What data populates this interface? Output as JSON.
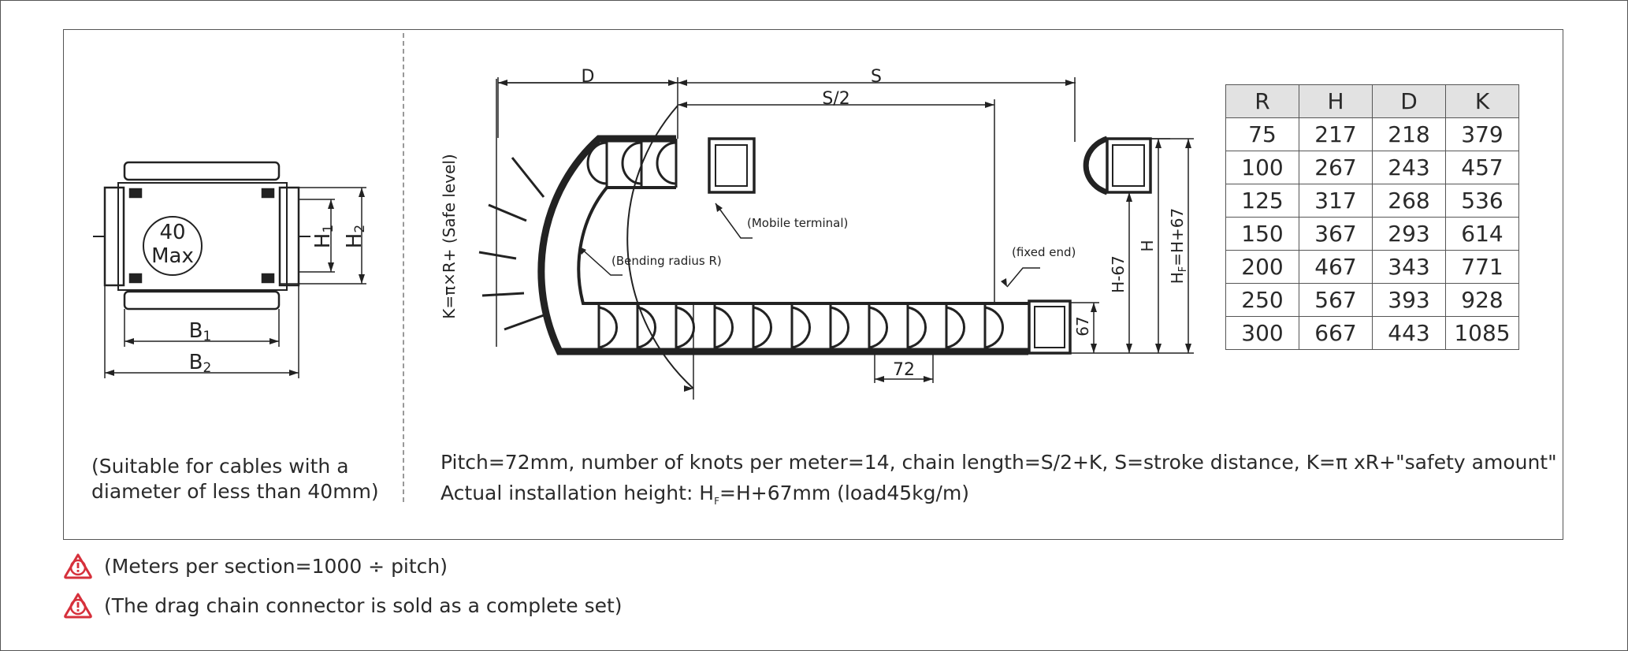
{
  "cross_section": {
    "circle_top": "40",
    "circle_bottom": "Max",
    "h1": "H",
    "h1_sub": "1",
    "h2": "H",
    "h2_sub": "2",
    "b1": "B",
    "b1_sub": "1",
    "b2": "B",
    "b2_sub": "2"
  },
  "left_note": {
    "line1": "(Suitable for cables with a",
    "line2": "diameter of less than 40mm)"
  },
  "chain_diagram": {
    "d_label": "D",
    "s_label": "S",
    "s2_label": "S/2",
    "k_label": "K=π×R+ (Safe level)",
    "mobile_label": "(Mobile terminal)",
    "bending_label": "(Bending radius R)",
    "fixed_label": "(fixed end)",
    "pitch_label": "72",
    "h67_label": "H-67",
    "h_label": "H",
    "hf_label": "H",
    "hf_sub": "F",
    "hf_rest": "=H+67",
    "h_end_label": "67"
  },
  "dimension_table": {
    "headers": [
      "R",
      "H",
      "D",
      "K"
    ],
    "rows": [
      [
        "75",
        "217",
        "218",
        "379"
      ],
      [
        "100",
        "267",
        "243",
        "457"
      ],
      [
        "125",
        "317",
        "268",
        "536"
      ],
      [
        "150",
        "367",
        "293",
        "614"
      ],
      [
        "200",
        "467",
        "343",
        "771"
      ],
      [
        "250",
        "567",
        "393",
        "928"
      ],
      [
        "300",
        "667",
        "443",
        "1085"
      ]
    ]
  },
  "spec_note": {
    "line1": "Pitch=72mm, number of knots per meter=14, chain length=S/2+K, S=stroke distance, K=π xR+\"safety amount\"",
    "line2_a": "Actual installation height: H",
    "line2_sub": "F",
    "line2_b": "=H+67mm (load45kg/m)"
  },
  "warnings": [
    "(Meters per section=1000 ÷ pitch)",
    "(The drag chain connector is sold as a complete set)"
  ],
  "colors": {
    "warning_red": "#d6303b",
    "line": "#222222",
    "table_header_bg": "#e2e2e2"
  }
}
